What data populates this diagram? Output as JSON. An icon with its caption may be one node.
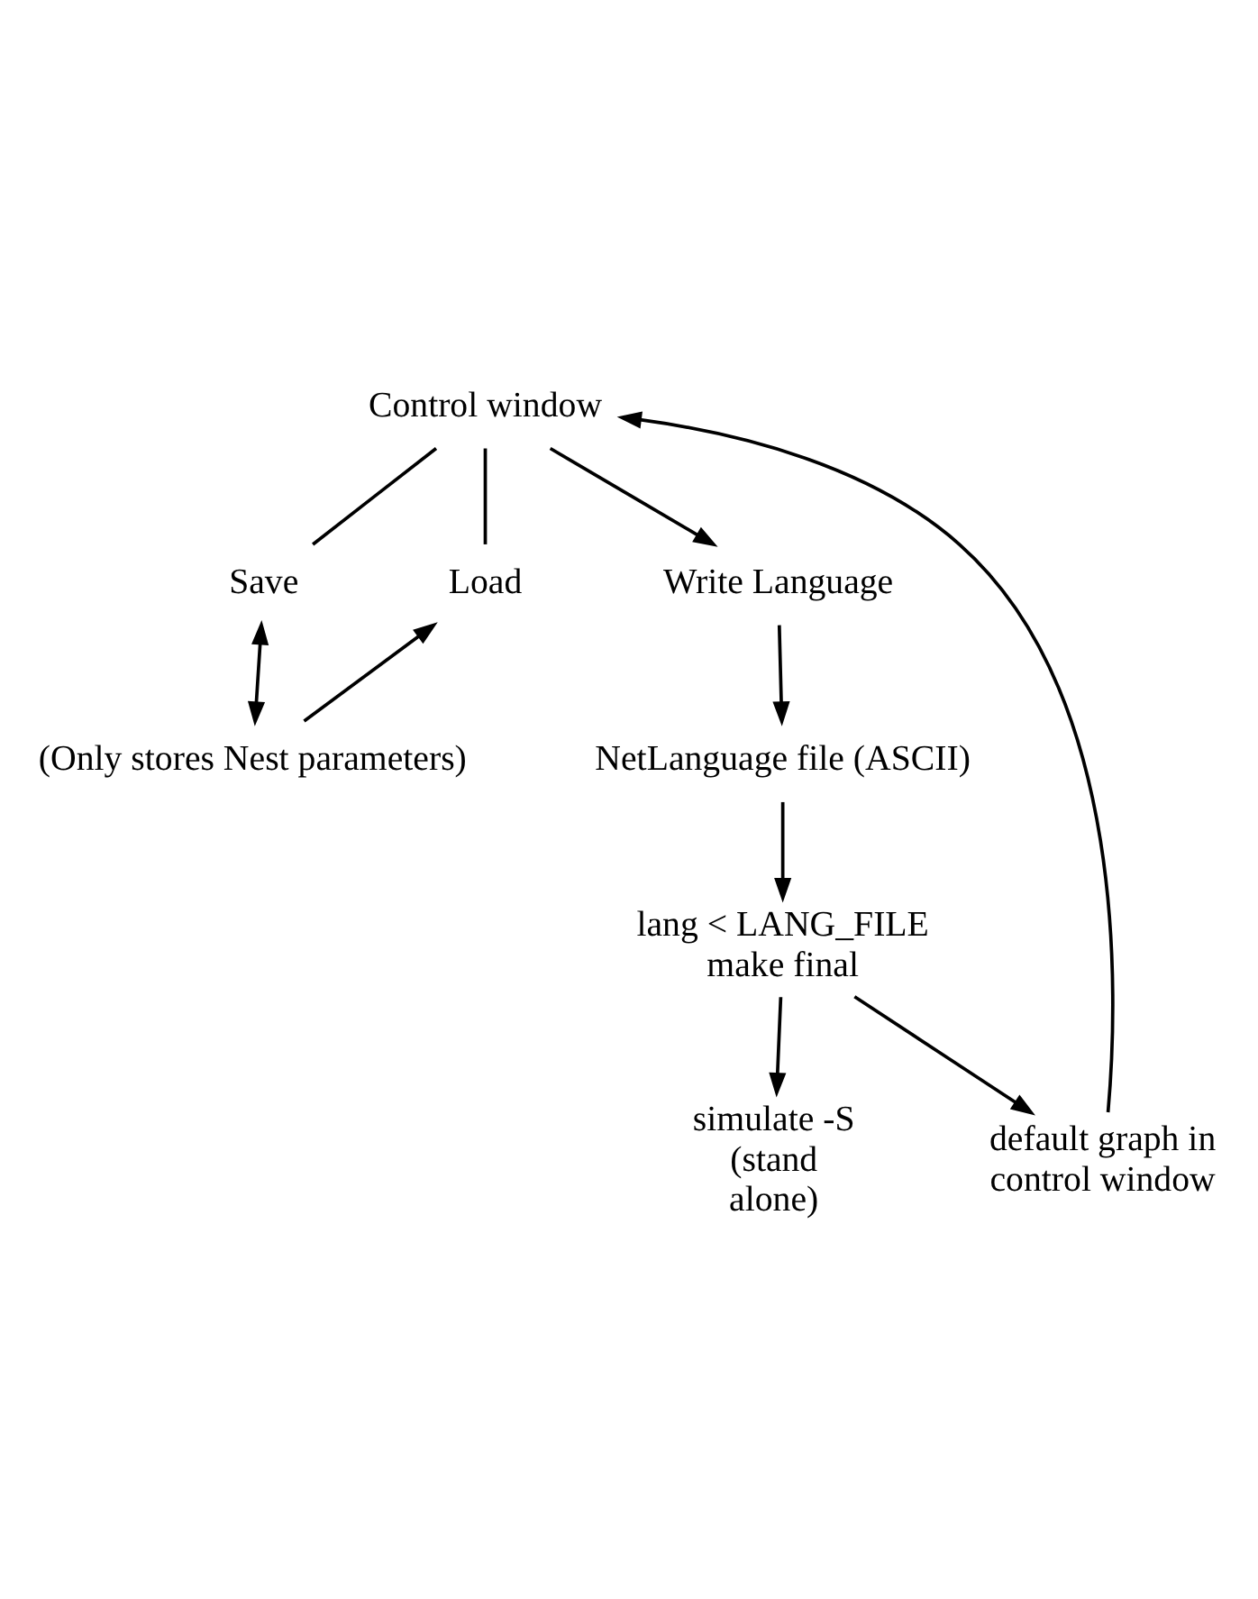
{
  "diagram": {
    "nodes": [
      {
        "text": [
          "Control window"
        ]
      },
      {
        "text": [
          "Save"
        ]
      },
      {
        "text": [
          "Load"
        ]
      },
      {
        "text": [
          "(Only stores Nest parameters)"
        ]
      },
      {
        "text": [
          "Write Language"
        ]
      },
      {
        "text": [
          "NetLanguage file (ASCII)"
        ]
      },
      {
        "text": [
          "lang < LANG_FILE make final"
        ]
      },
      {
        "text": [
          "simulate -S (stand alone)"
        ]
      },
      {
        "text": [
          "default graph in control window"
        ]
      }
    ],
    "edges": [
      {
        "from": 0,
        "to": 1,
        "arrow": "none"
      },
      {
        "from": 0,
        "to": 2,
        "arrow": "none"
      },
      {
        "from": 1,
        "to": 3,
        "arrow": "both"
      },
      {
        "from": 3,
        "to": 2,
        "arrow": "to"
      },
      {
        "from": 0,
        "to": 4,
        "arrow": "to"
      },
      {
        "from": 4,
        "to": 5,
        "arrow": "to"
      },
      {
        "from": 5,
        "to": 6,
        "arrow": "to"
      },
      {
        "from": 6,
        "to": 7,
        "arrow": "to"
      },
      {
        "from": 6,
        "to": 8,
        "arrow": "to"
      },
      {
        "from": 8,
        "to": 0,
        "arrow": "to"
      }
    ]
  }
}
